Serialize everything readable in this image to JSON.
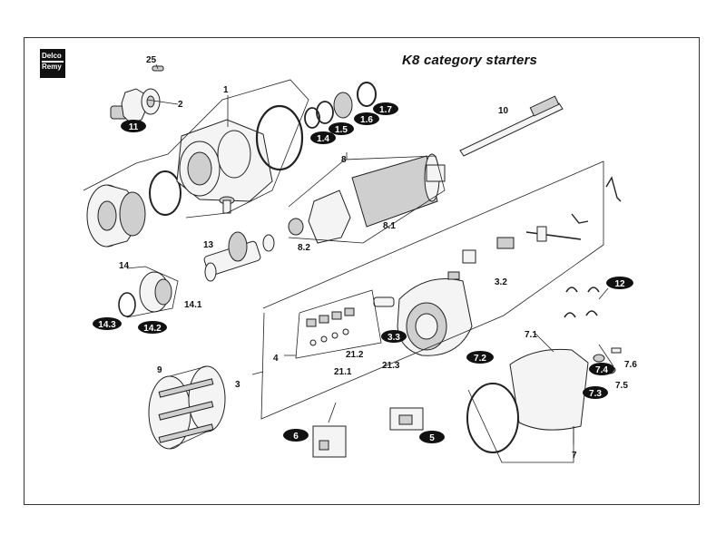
{
  "title": "K8 category starters",
  "logo": {
    "line1": "Delco",
    "line2": "Remy"
  },
  "callouts": {
    "c1": "1",
    "c2": "2",
    "c3": "3",
    "c4": "4",
    "c7": "7",
    "c71": "7.1",
    "c75": "7.5",
    "c76": "7.6",
    "c8": "8",
    "c81": "8.1",
    "c82": "8.2",
    "c9": "9",
    "c10": "10",
    "c13": "13",
    "c14": "14",
    "c141": "14.1",
    "c25": "25",
    "c211": "21.1",
    "c212": "21.2",
    "c213": "21.3",
    "c32": "3.2"
  },
  "tags": {
    "t11": "11",
    "t14": "1.4",
    "t15": "1.5",
    "t16": "1.6",
    "t17": "1.7",
    "t143": "14.3",
    "t142": "14.2",
    "t12": "12",
    "t33": "3.3",
    "t72": "7.2",
    "t74": "7.4",
    "t73": "7.3",
    "t6": "6",
    "t5": "5"
  }
}
